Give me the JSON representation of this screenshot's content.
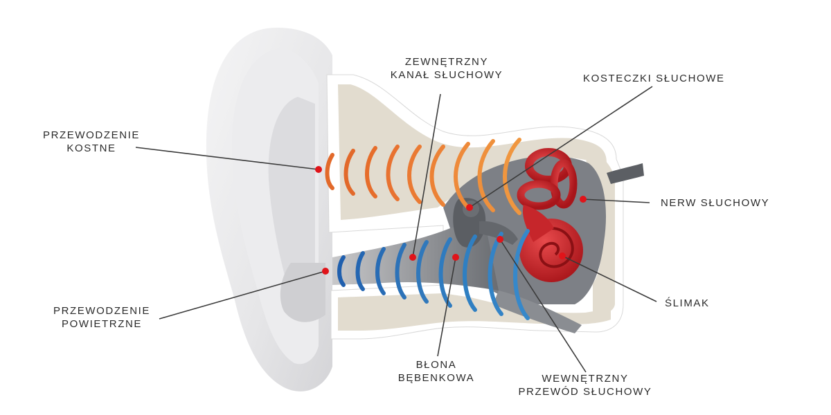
{
  "labels": {
    "bone_conduction": {
      "line1": "PRZEWODZENIE",
      "line2": "KOSTNE"
    },
    "external_canal": {
      "line1": "ZEWNĘTRZNY",
      "line2": "KANAŁ SŁUCHOWY"
    },
    "ossicles": {
      "line1": "KOSTECZKI SŁUCHOWE"
    },
    "auditory_nerve": {
      "line1": "NERW SŁUCHOWY"
    },
    "cochlea": {
      "line1": "ŚLIMAK"
    },
    "air_conduction": {
      "line1": "PRZEWODZENIE",
      "line2": "POWIETRZNE"
    },
    "eardrum": {
      "line1": "BŁONA",
      "line2": "BĘBENKOWA"
    },
    "internal_canal": {
      "line1": "WEWNĘTRZNY",
      "line2": "PRZEWÓD SŁUCHOWY"
    }
  },
  "colors": {
    "bone_wave": "#e2692a",
    "bone_wave_light": "#ee8c3a",
    "air_wave": "#1f6fb6",
    "pointer_dot": "#e0141a",
    "inner_ear": "#c6262b",
    "bone_tissue": "#e2dccf",
    "leader_line": "#3a3a3a"
  }
}
